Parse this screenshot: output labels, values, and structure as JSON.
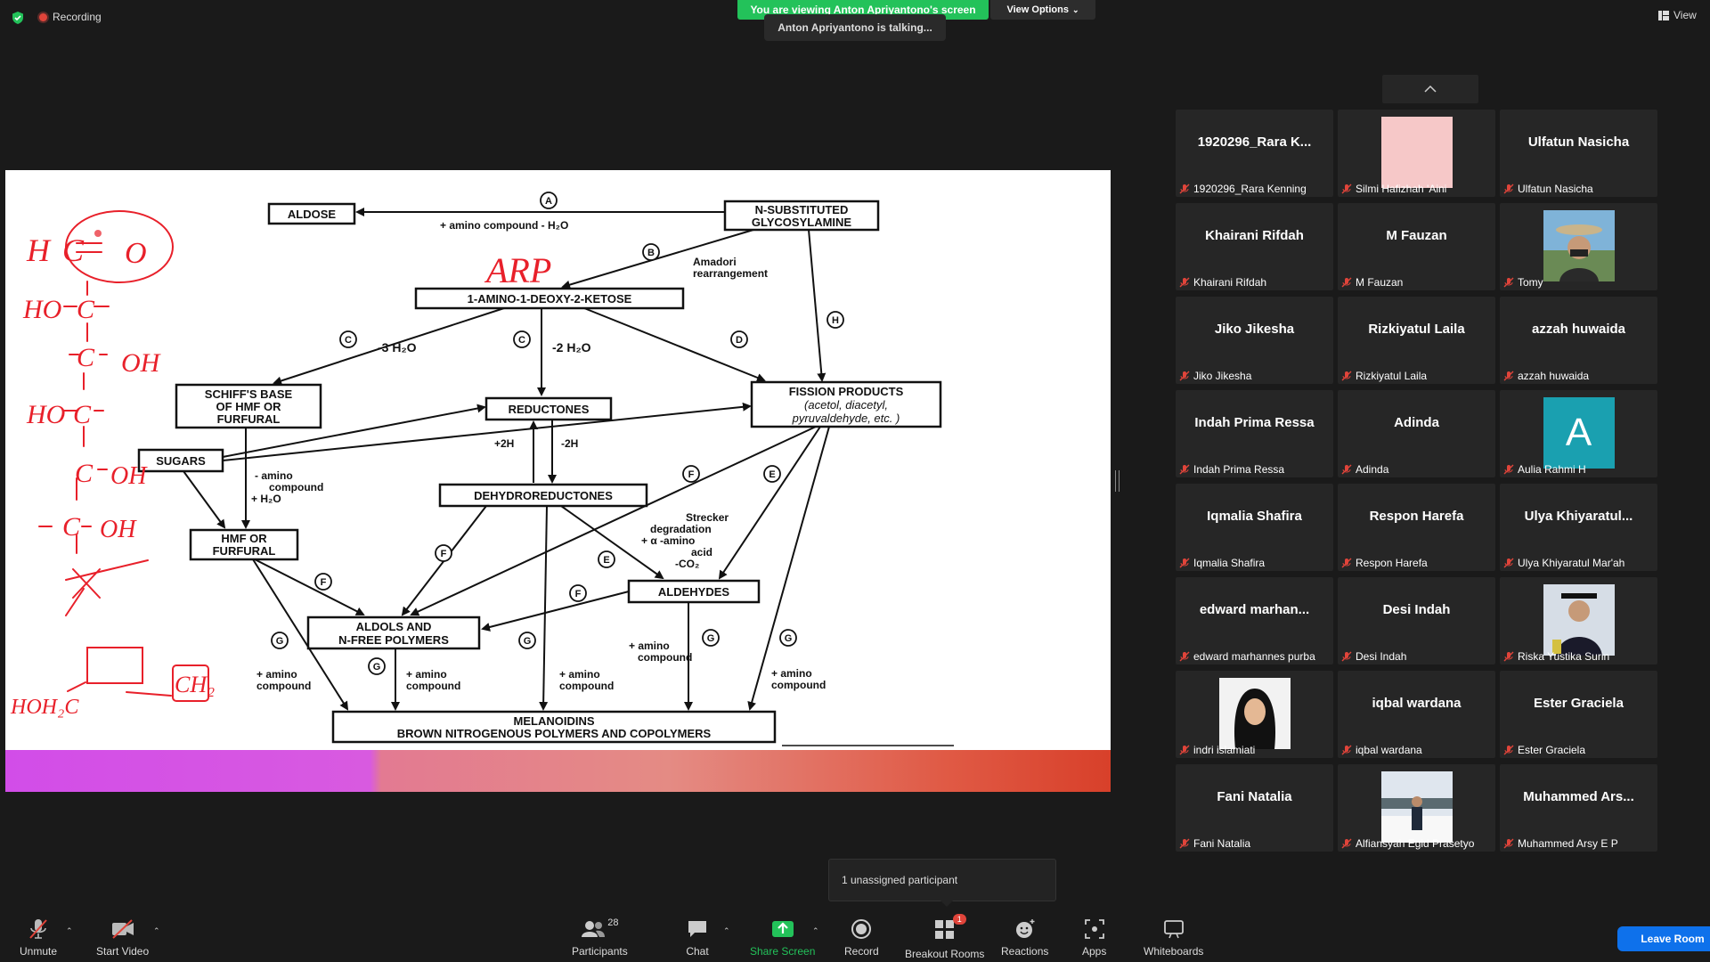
{
  "topbar": {
    "recording_label": "Recording",
    "viewing_banner": "You are viewing Anton Apriyantono's screen",
    "view_options": "View Options",
    "talking": "Anton Apriyantono is talking...",
    "view_button": "View"
  },
  "diagram": {
    "nodes": {
      "aldose": "ALDOSE",
      "nsub1": "N-SUBSTITUTED",
      "nsub2": "GLYCOSYLAMINE",
      "amino": "1-AMINO-1-DEOXY-2-KETOSE",
      "schiff1": "SCHIFF'S BASE",
      "schiff2": "OF HMF OR",
      "schiff3": "FURFURAL",
      "reductones": "REDUCTONES",
      "fission1": "FISSION PRODUCTS",
      "fission2": "(acetol, diacetyl,",
      "fission3": "pyruvaldehyde, etc. )",
      "sugars": "SUGARS",
      "dehydro": "DEHYDROREDUCTONES",
      "hmf1": "HMF OR",
      "hmf2": "FURFURAL",
      "aldehydes": "ALDEHYDES",
      "aldols1": "ALDOLS AND",
      "aldols2": "N-FREE POLYMERS",
      "mel1": "MELANOIDINS",
      "mel2": "BROWN NITROGENOUS POLYMERS AND COPOLYMERS"
    },
    "labels": {
      "a": "A",
      "b": "B",
      "c": "C",
      "d": "D",
      "e": "E",
      "f": "F",
      "g": "G",
      "h": "H",
      "amino_compound_h2o": "+ amino compound - H₂O",
      "amadori1": "Amadori",
      "amadori2": "rearrangement",
      "minus3": "-3 H₂O",
      "minus2": "-2 H₂O",
      "plus2h": "+2H",
      "minus2h": "-2H",
      "amino_c1": "- amino",
      "amino_c2": "compound",
      "amino_c3": "+ H₂O",
      "strecker1": "Strecker",
      "strecker2": "degradation",
      "strecker3": "+ α -amino",
      "strecker4": "acid",
      "strecker5": "-CO₂",
      "plus_amino": "+ amino",
      "compound": "compound"
    },
    "handwritten": {
      "arp": "ARP",
      "h": "H",
      "c": "C",
      "o": "O",
      "ho": "HO",
      "oh": "OH",
      "hoh2c": "HOH₂C",
      "ch2": "CH₂"
    }
  },
  "gallery": {
    "tiles": [
      {
        "name": "1920296_Rara K...",
        "label": "1920296_Rara Kenning",
        "kind": "name"
      },
      {
        "name": "",
        "label": "Silmi Hafizhah 'Aini",
        "kind": "pink"
      },
      {
        "name": "Ulfatun Nasicha",
        "label": "Ulfatun Nasicha",
        "kind": "name"
      },
      {
        "name": "Khairani Rifdah",
        "label": "Khairani Rifdah",
        "kind": "name"
      },
      {
        "name": "M Fauzan",
        "label": "M Fauzan",
        "kind": "name"
      },
      {
        "name": "",
        "label": "Tomy",
        "kind": "photo-outdoor"
      },
      {
        "name": "Jiko Jikesha",
        "label": "Jiko Jikesha",
        "kind": "name"
      },
      {
        "name": "Rizkiyatul Laila",
        "label": "Rizkiyatul Laila",
        "kind": "name"
      },
      {
        "name": "azzah huwaida",
        "label": "azzah huwaida",
        "kind": "name"
      },
      {
        "name": "Indah Prima Ressa",
        "label": "Indah Prima Ressa",
        "kind": "name"
      },
      {
        "name": "Adinda",
        "label": "Adinda",
        "kind": "name"
      },
      {
        "name": "A",
        "label": "Aulia Rahmi H",
        "kind": "avatar-letter"
      },
      {
        "name": "Iqmalia Shafira",
        "label": "Iqmalia Shafira",
        "kind": "name"
      },
      {
        "name": "Respon Harefa",
        "label": "Respon Harefa",
        "kind": "name"
      },
      {
        "name": "Ulya  Khiyaratul...",
        "label": "Ulya Khiyaratul Mar'ah",
        "kind": "name"
      },
      {
        "name": "edward  marhan...",
        "label": "edward marhannes purba",
        "kind": "name"
      },
      {
        "name": "Desi Indah",
        "label": "Desi Indah",
        "kind": "name"
      },
      {
        "name": "",
        "label": "Riska Yustika Surin",
        "kind": "photo-grad"
      },
      {
        "name": "",
        "label": "indri islamiati",
        "kind": "photo-hijab"
      },
      {
        "name": "iqbal wardana",
        "label": "iqbal wardana",
        "kind": "name"
      },
      {
        "name": "Ester Graciela",
        "label": "Ester Graciela",
        "kind": "name"
      },
      {
        "name": "Fani Natalia",
        "label": "Fani Natalia",
        "kind": "name"
      },
      {
        "name": "",
        "label": "Alfiansyah Egid Prasetyo",
        "kind": "photo-snow"
      },
      {
        "name": "Muhammed  Ars...",
        "label": "Muhammed Arsy E P",
        "kind": "name"
      }
    ]
  },
  "popup": {
    "unassigned": "1 unassigned participant"
  },
  "toolbar": {
    "unmute": "Unmute",
    "start_video": "Start Video",
    "participants": "Participants",
    "participants_count": "28",
    "chat": "Chat",
    "share_screen": "Share Screen",
    "record": "Record",
    "breakout_rooms": "Breakout Rooms",
    "breakout_badge": "1",
    "reactions": "Reactions",
    "apps": "Apps",
    "whiteboards": "Whiteboards",
    "leave_room": "Leave Room"
  },
  "colors": {
    "green": "#23c25a",
    "blue": "#0e71eb",
    "red_ink": "#e8202a",
    "background": "#1a1a1a",
    "tile": "#262626"
  }
}
